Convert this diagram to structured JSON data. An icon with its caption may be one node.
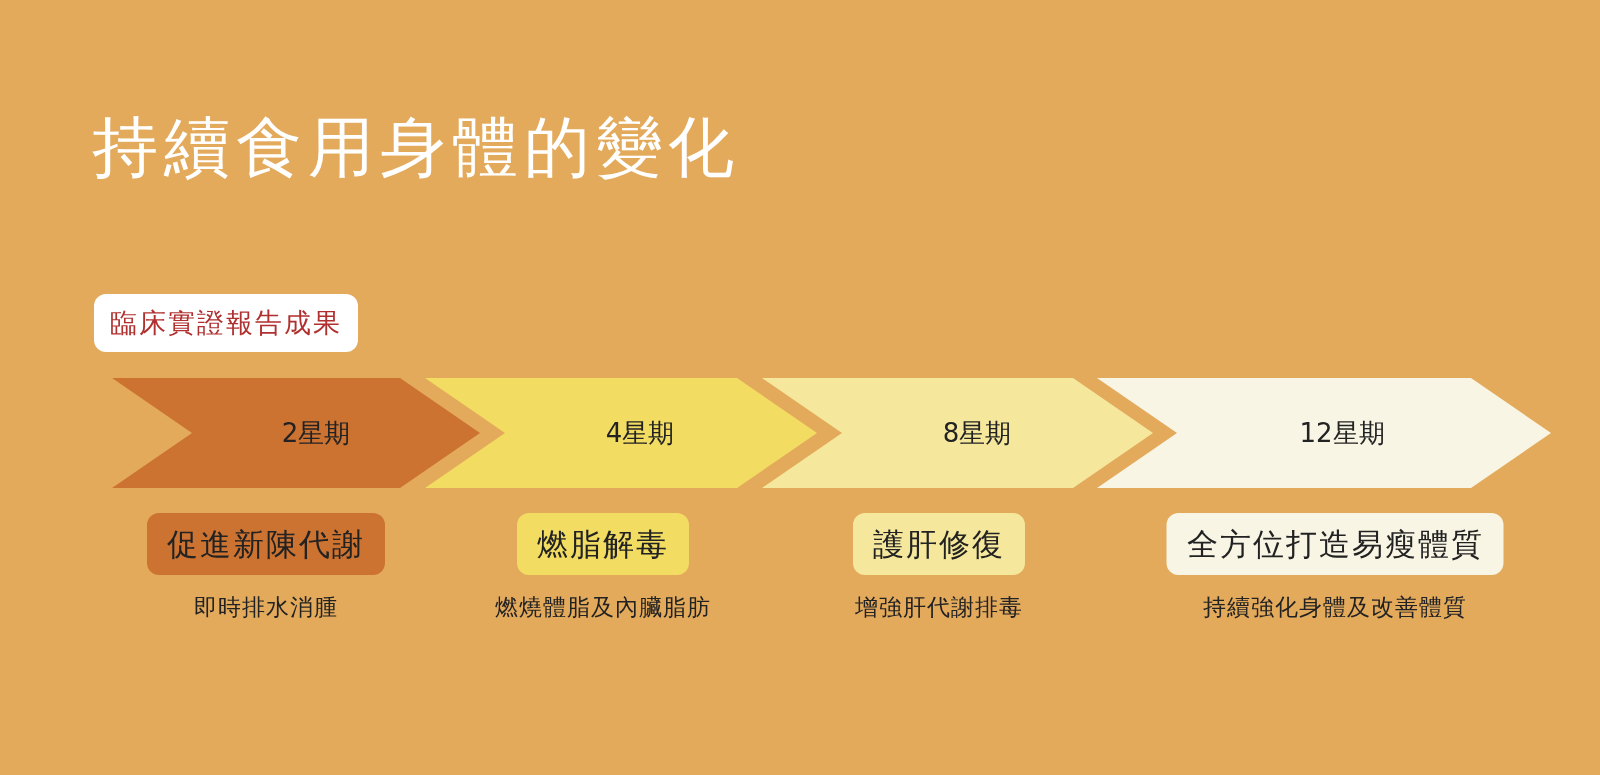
{
  "diagram": {
    "title": "持續食用身體的變化",
    "nodes": [
      {
        "text": [
          "臨床實證報告成果"
        ]
      },
      {
        "text": [
          "2星期"
        ]
      },
      {
        "text": [
          "4星期"
        ]
      },
      {
        "text": [
          "8星期"
        ]
      },
      {
        "text": [
          "12星期"
        ]
      },
      {
        "text": [
          "促進新陳代謝"
        ],
        "beside": [
          "即時排水消腫"
        ]
      },
      {
        "text": [
          "燃脂解毒"
        ],
        "beside": [
          "燃燒體脂及內臟脂肪"
        ]
      },
      {
        "text": [
          "護肝修復"
        ],
        "beside": [
          "增強肝代謝排毒"
        ]
      },
      {
        "text": [
          "全方位打造易瘦體質"
        ],
        "beside": [
          "持續強化身體及改善體質"
        ]
      }
    ],
    "edges": []
  }
}
